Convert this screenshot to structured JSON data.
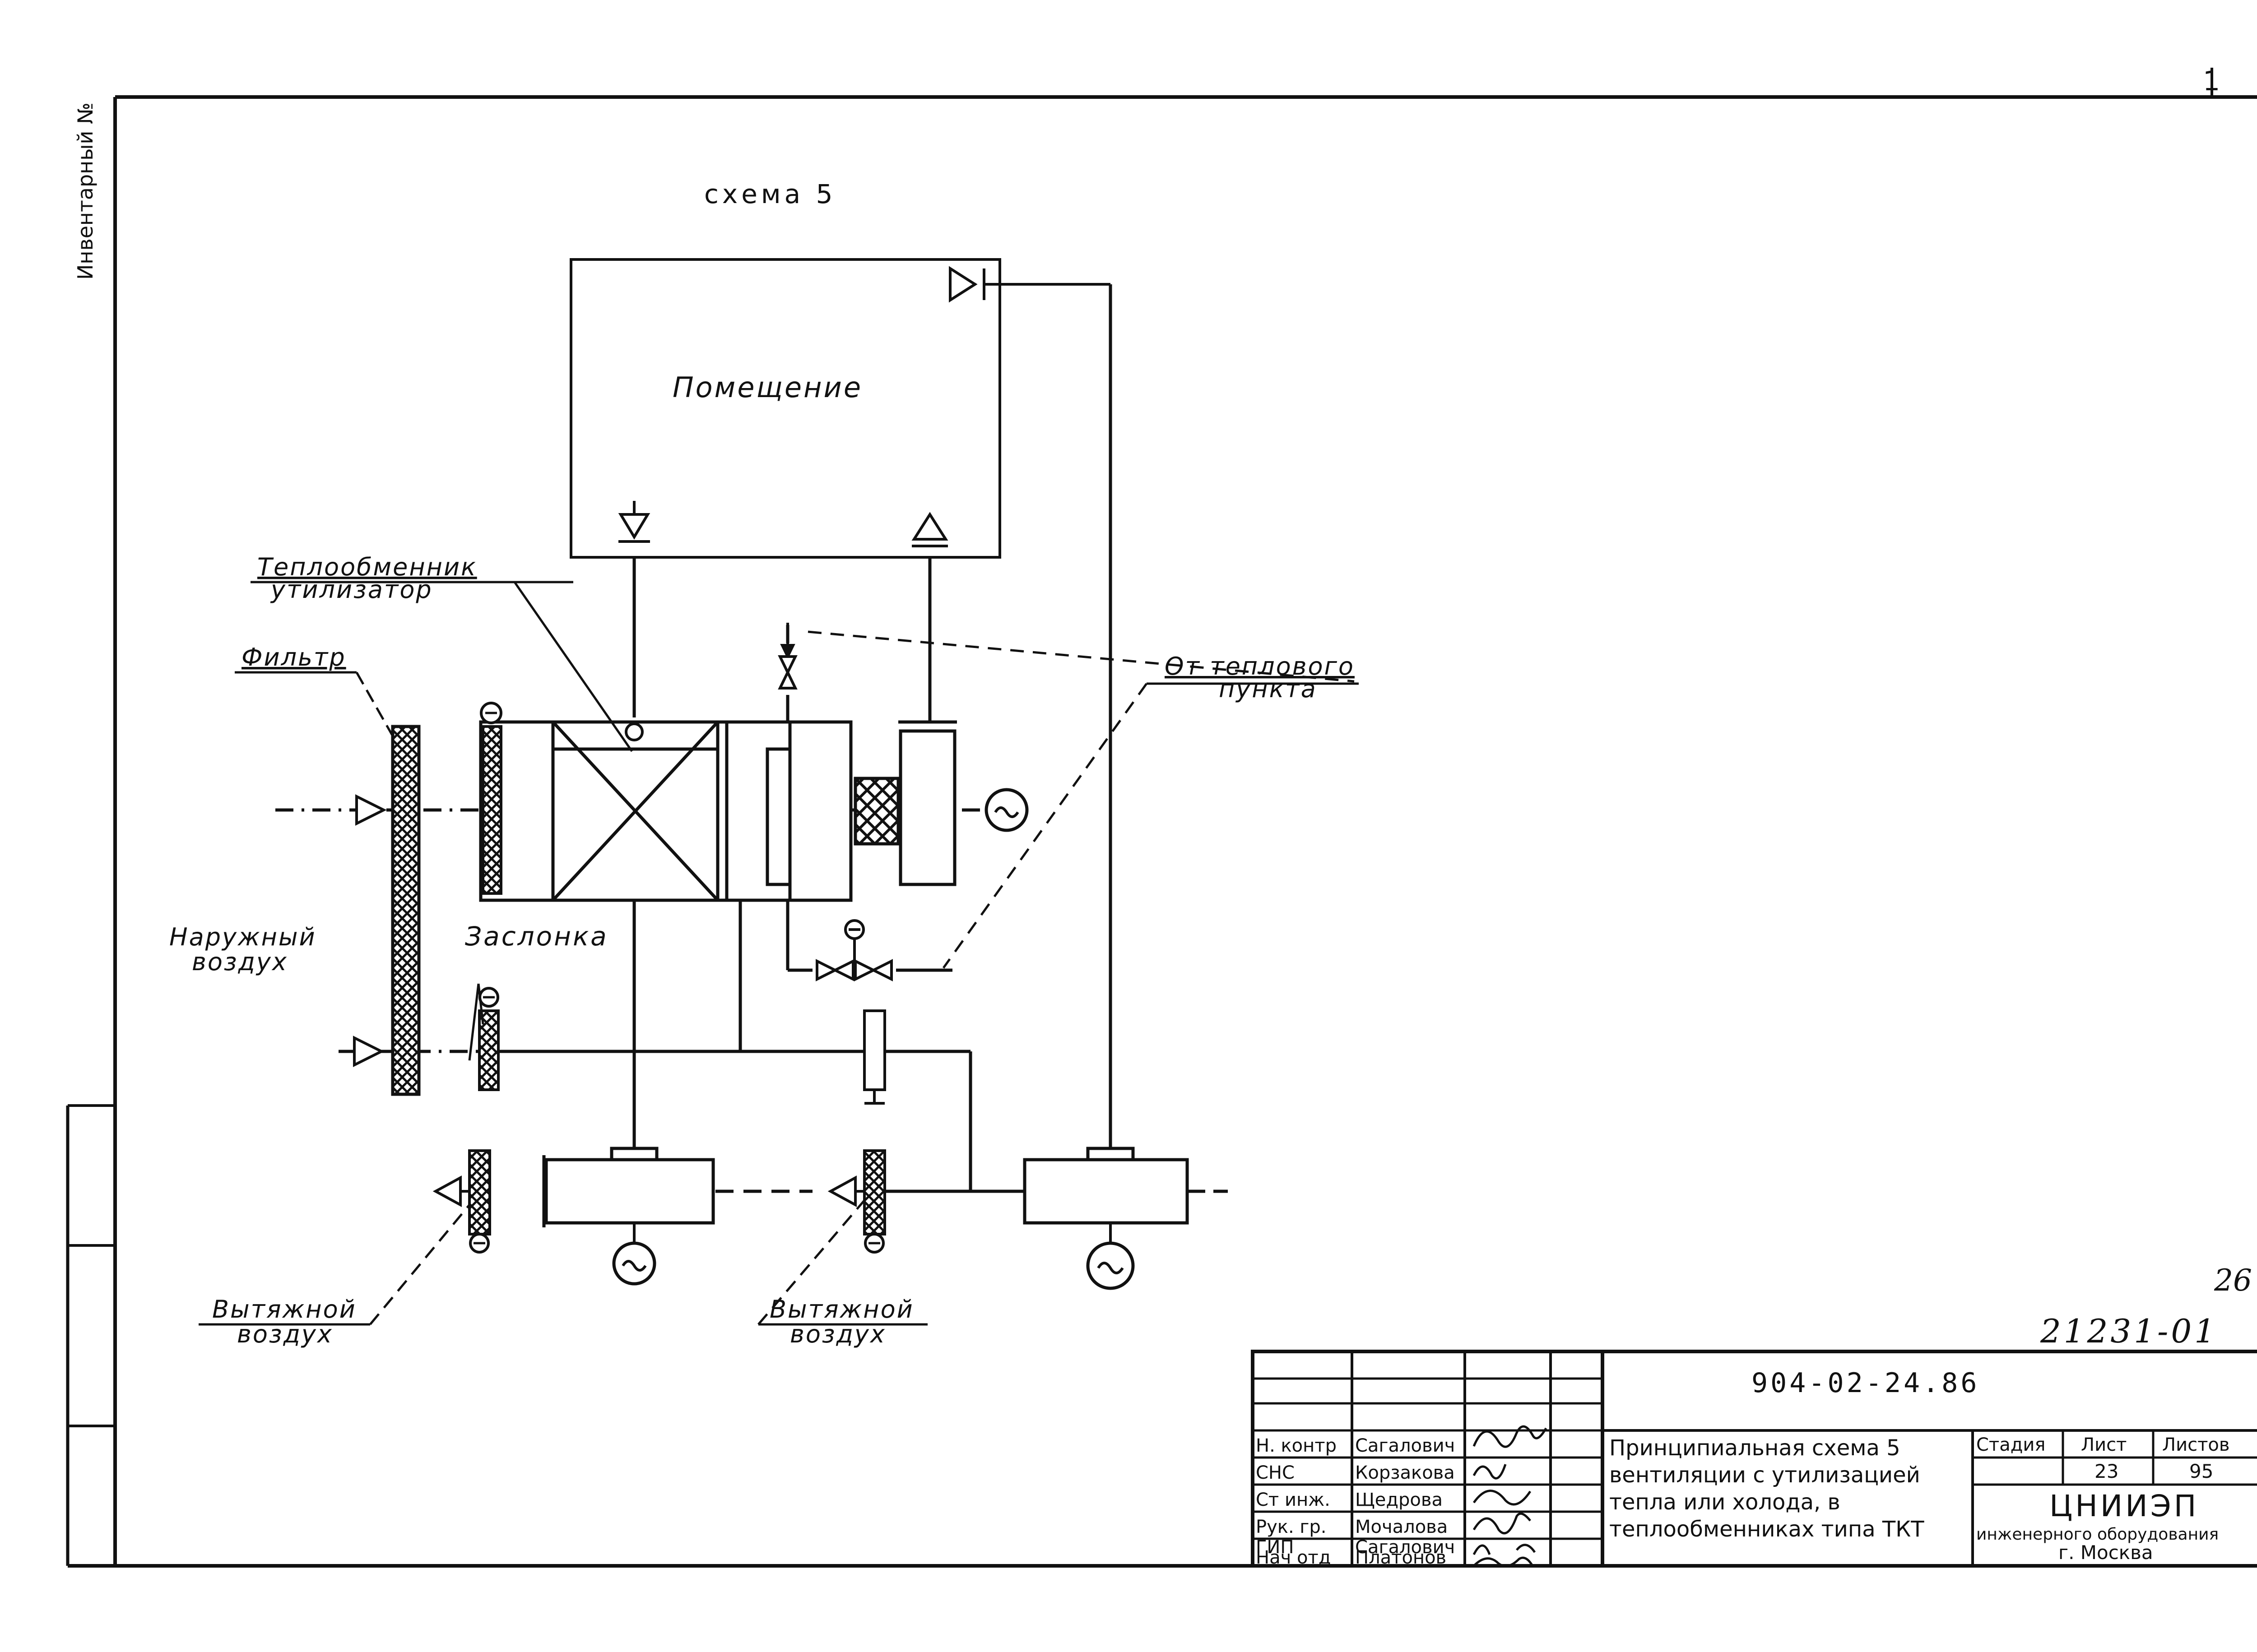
{
  "schema": {
    "title": "схема 5",
    "room": "Помещение",
    "labels": {
      "heat_exchanger_line1": "Теплообменник",
      "heat_exchanger_line2": "утилизатор",
      "filter": "Фильтр",
      "outdoor_air_line1": "Наружный",
      "outdoor_air_line2": "воздух",
      "damper": "Заслонка",
      "from_heat_point_line1": "От теплового",
      "from_heat_point_line2": "пункта",
      "exhaust_air_1_line1": "Вытяжной",
      "exhaust_air_1_line2": "воздух",
      "exhaust_air_2_line1": "Вытяжной",
      "exhaust_air_2_line2": "воздух"
    },
    "left_margin_label": "Инвентарный №",
    "corner_marks": {
      "top_right": "1",
      "right_number": "26",
      "archive_code": "21231-01"
    }
  },
  "title_block": {
    "document_code": "904-02-24.86",
    "description": [
      "Принципиальная схема 5",
      "вентиляции с утилизацией",
      "тепла или холода, в",
      "теплообменниках типа ТКТ"
    ],
    "roles": [
      {
        "role": "Н. контр",
        "name": "Сагалович"
      },
      {
        "role": "СНС",
        "name": "Корзакова"
      },
      {
        "role": "Ст инж.",
        "name": "Щедрова"
      },
      {
        "role": "Рук. гр.",
        "name": "Мочалова"
      },
      {
        "role": "ГИП",
        "name": "Сагалович"
      },
      {
        "role": "Нач отд",
        "name": "Платонов"
      }
    ],
    "stage_header": "Стадия",
    "sheet_header": "Лист",
    "sheets_header": "Листов",
    "sheet_number": "23",
    "sheets_total": "95",
    "organization": "ЦНИИЭП",
    "organization_sub": "инженерного оборудования",
    "city": "г. Москва"
  },
  "colors": {
    "ink": "#111111",
    "paper": "#ffffff"
  },
  "icons": {
    "fan_symbol": "tilde-circle-icon",
    "supply_arrow": "triangle-arrow-icon",
    "valve": "bowtie-valve-icon"
  }
}
